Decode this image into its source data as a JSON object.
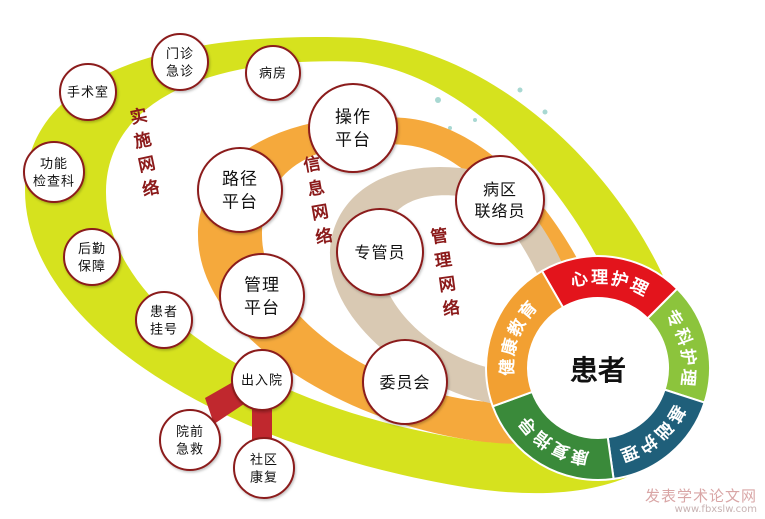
{
  "center_label": "患者",
  "ring_labels": {
    "outer": "实施网络",
    "middle": "信息网络",
    "inner": "管理网络"
  },
  "patient_ring_segments": [
    {
      "label": "心理护理",
      "color": "#e3141c"
    },
    {
      "label": "专科护理",
      "color": "#8cc43c"
    },
    {
      "label": "基础护理",
      "color": "#1f5f7a"
    },
    {
      "label": "康复指导",
      "color": "#3a8a3a"
    },
    {
      "label": "健康教育",
      "color": "#f2a032"
    }
  ],
  "nodes": {
    "outpatient_emergency": "门诊急诊",
    "ward": "病房",
    "operating_room": "手术室",
    "function_dept": "功能检查科",
    "logistics": "后勤保障",
    "patient_registration": "患者挂号",
    "admission_discharge": "出入院",
    "prehospital_emergency": "院前急救",
    "community_rehab": "社区康复",
    "operation_platform": "操作平台",
    "pathway_platform": "路径平台",
    "management_platform": "管理平台",
    "ward_liaison": "病区联络员",
    "specialist_manager": "专管员",
    "committee": "委员会"
  },
  "colors": {
    "outer_ring": "#d6e21e",
    "middle_ring": "#f5a93c",
    "inner_ring": "#d9c9b3",
    "label_text": "#8b1a1a",
    "node_stroke": "#8b1a1a",
    "connector": "#c0282e",
    "dots": "#a8d8d2"
  },
  "watermark": {
    "line1": "发表学术论文网",
    "line2": "www.fbxslw.com"
  }
}
